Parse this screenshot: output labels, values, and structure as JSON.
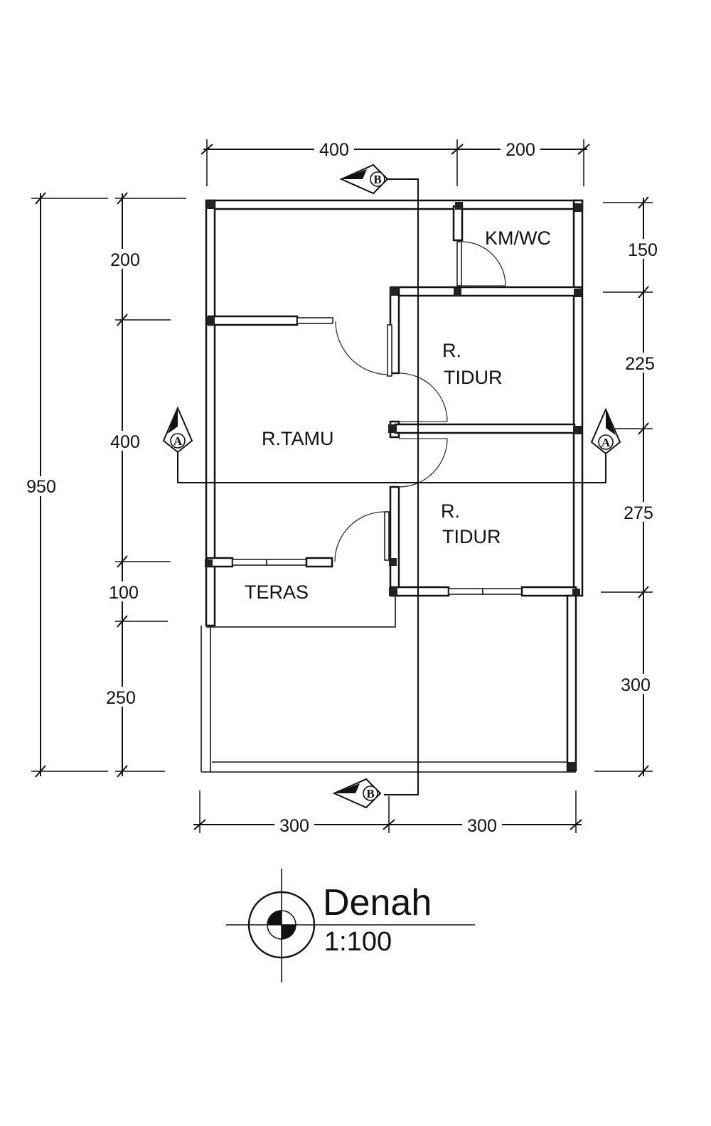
{
  "title": "Denah",
  "scale": "1:100",
  "rooms": {
    "kmwc": "KM/WC",
    "tidur1_a": "R.",
    "tidur1_b": "TIDUR",
    "tamu": "R.TAMU",
    "tidur2_a": "R.",
    "tidur2_b": "TIDUR",
    "teras": "TERAS"
  },
  "dimensions": {
    "top": [
      "400",
      "200"
    ],
    "bottom": [
      "300",
      "300"
    ],
    "left_total": "950",
    "left": [
      "200",
      "400",
      "100",
      "250"
    ],
    "right": [
      "150",
      "225",
      "275",
      "300"
    ]
  },
  "section_marks": {
    "a": "A",
    "b": "B"
  }
}
